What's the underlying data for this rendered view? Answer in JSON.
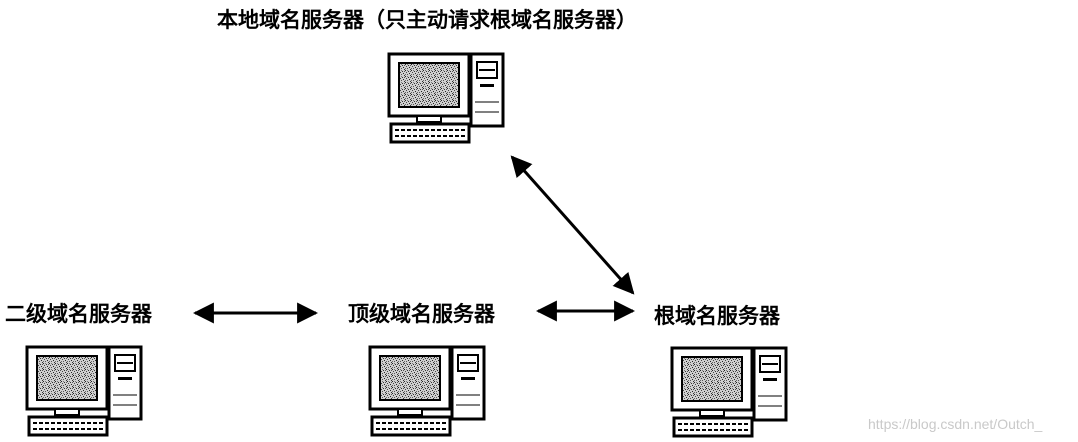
{
  "nodes": {
    "local": {
      "label": "本地域名服务器（只主动请求根域名服务器）",
      "icon": "desktop-computer-icon"
    },
    "second_level": {
      "label": "二级域名服务器",
      "icon": "desktop-computer-icon"
    },
    "top_level": {
      "label": "顶级域名服务器",
      "icon": "desktop-computer-icon"
    },
    "root": {
      "label": "根域名服务器",
      "icon": "desktop-computer-icon"
    }
  },
  "edges": [
    {
      "from": "local",
      "to": "root",
      "style": "double-arrow"
    },
    {
      "from": "second_level",
      "to": "top_level",
      "style": "double-arrow"
    },
    {
      "from": "top_level",
      "to": "root",
      "style": "double-arrow"
    }
  ],
  "watermark": "https://blog.csdn.net/Outch_"
}
